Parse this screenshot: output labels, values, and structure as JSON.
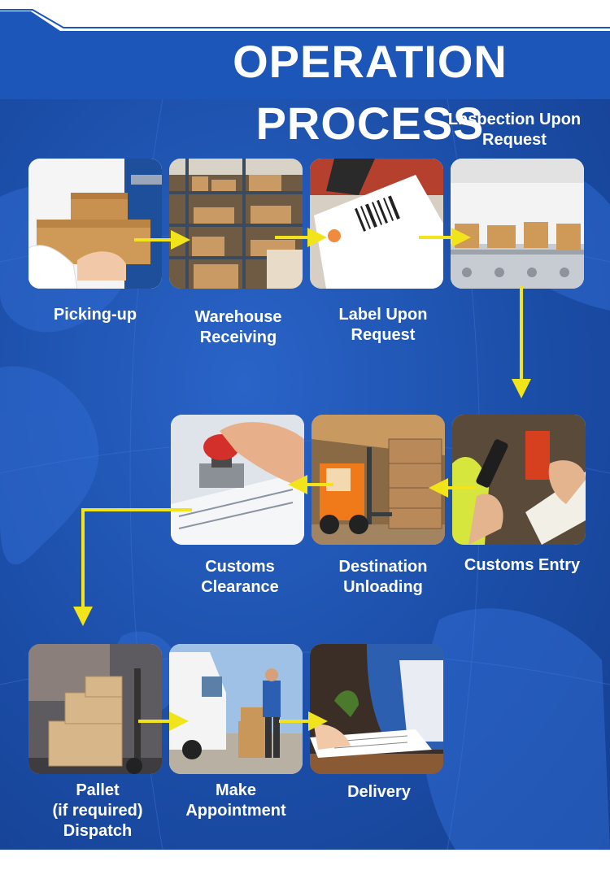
{
  "title": "OPERATION PROCESS",
  "colors": {
    "background": "#1b4ea8",
    "header": "#1c56b8",
    "arrow": "#f2e41a",
    "text": "#ffffff"
  },
  "steps": [
    {
      "label": "Picking-up"
    },
    {
      "label": "Warehouse\nReceiving"
    },
    {
      "label": "Label Upon\nRequest"
    },
    {
      "label": "Lnspection Upon\nRequest"
    },
    {
      "label": "Customs Entry"
    },
    {
      "label": "Destination\nUnloading"
    },
    {
      "label": "Customs\nClearance"
    },
    {
      "label": "Pallet\n(if required)\nDispatch"
    },
    {
      "label": "Make\nAppointment"
    },
    {
      "label": "Delivery"
    }
  ]
}
